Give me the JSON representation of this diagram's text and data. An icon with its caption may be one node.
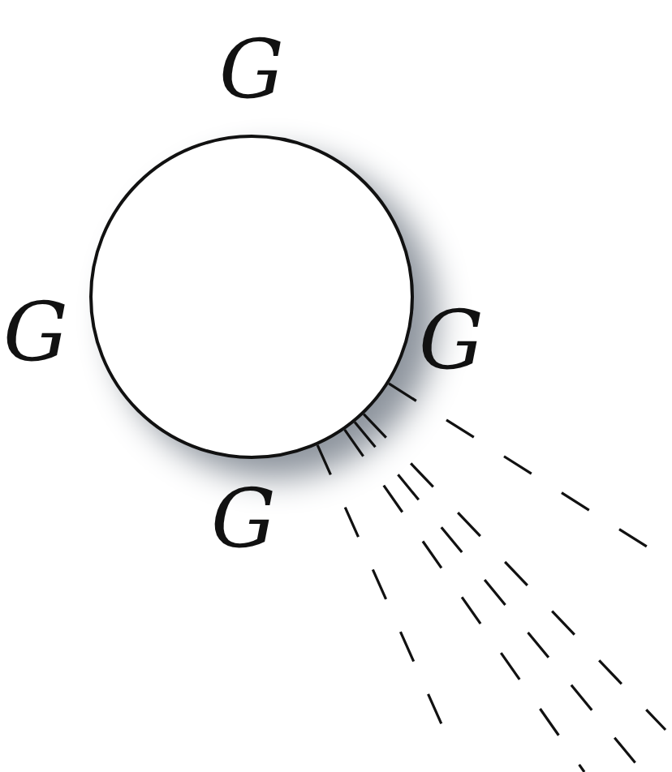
{
  "diagram": {
    "nodes": [
      {
        "text": [],
        "shape": "circle",
        "beside": [
          "G",
          "G",
          "G",
          "G"
        ]
      }
    ]
  }
}
